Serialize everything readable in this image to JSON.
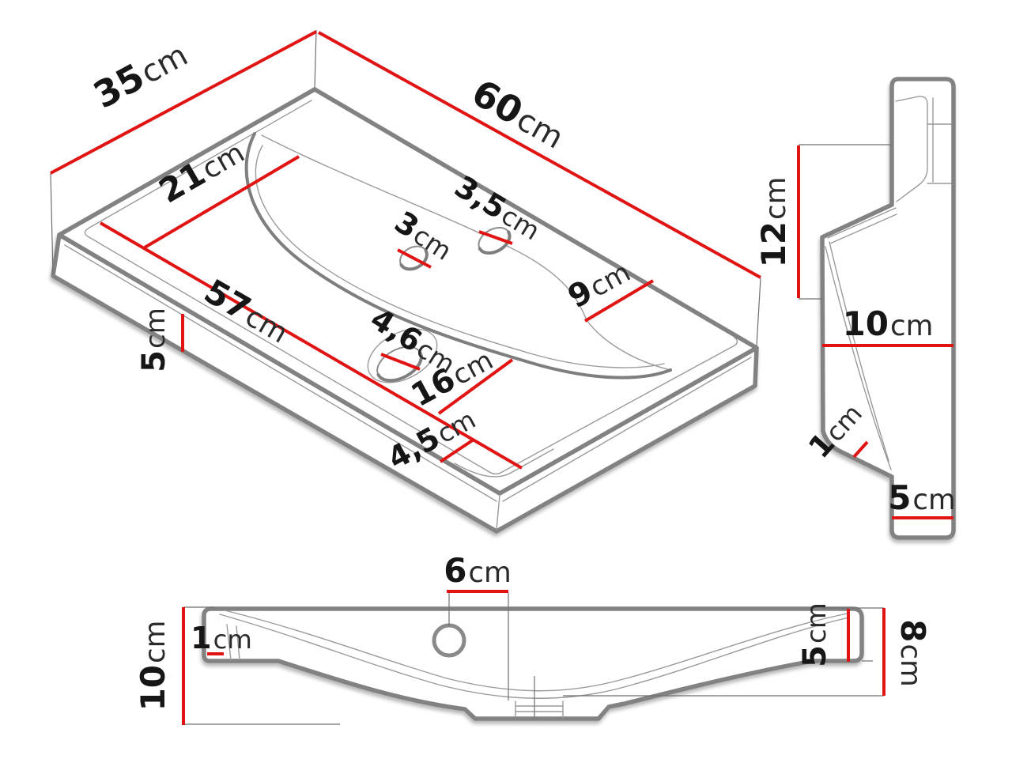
{
  "colors": {
    "dimension_red": "#e11414",
    "outline_gray": "#828282",
    "thin_line_gray": "#9a9a9a",
    "text_black": "#1c1c1c",
    "background": "#ffffff"
  },
  "views": {
    "iso": {
      "label": "isometric top view of washbasin",
      "dims": {
        "width": {
          "value": "35",
          "unit": "cm"
        },
        "length": {
          "value": "60",
          "unit": "cm"
        },
        "basin_width": {
          "value": "21",
          "unit": "cm"
        },
        "basin_length": {
          "value": "57",
          "unit": "cm"
        },
        "edge_height": {
          "value": "5",
          "unit": "cm"
        },
        "overflow_hole": {
          "value": "3",
          "unit": "cm"
        },
        "tap_hole": {
          "value": "3,5",
          "unit": "cm"
        },
        "counter_depth": {
          "value": "9",
          "unit": "cm"
        },
        "drain_hole": {
          "value": "4,6",
          "unit": "cm"
        },
        "basin_depth": {
          "value": "16",
          "unit": "cm"
        },
        "front_rim": {
          "value": "4,5",
          "unit": "cm"
        }
      }
    },
    "side": {
      "label": "side profile view",
      "dims": {
        "upper_height": {
          "value": "12",
          "unit": "cm"
        },
        "depth": {
          "value": "10",
          "unit": "cm"
        },
        "wall_thickness": {
          "value": "1",
          "unit": "cm"
        },
        "bottom_ledge": {
          "value": "5",
          "unit": "cm"
        }
      }
    },
    "front": {
      "label": "front elevation view",
      "dims": {
        "drain_offset": {
          "value": "6",
          "unit": "cm"
        },
        "rim_lip": {
          "value": "1",
          "unit": "cm"
        },
        "total_height": {
          "value": "10",
          "unit": "cm"
        },
        "end_height": {
          "value": "5",
          "unit": "cm"
        },
        "right_height": {
          "value": "8",
          "unit": "cm"
        }
      }
    }
  }
}
